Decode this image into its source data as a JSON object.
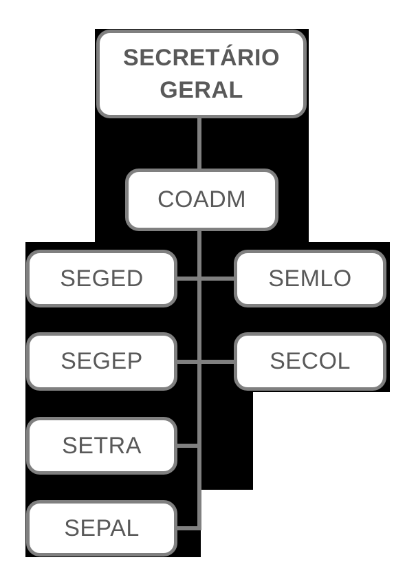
{
  "diagram": {
    "type": "org-chart",
    "title": "",
    "colors": {
      "page_background": "#ffffff",
      "void_background": "#000000",
      "node_fill": "#ffffff",
      "node_border": "#808080",
      "connector": "#808080",
      "text": "#595959"
    },
    "nodes": {
      "root": {
        "label": "SECRETÁRIO GERAL"
      },
      "coadm": {
        "label": "COADM"
      },
      "seged": {
        "label": "SEGED"
      },
      "semlo": {
        "label": "SEMLO"
      },
      "segep": {
        "label": "SEGEP"
      },
      "secol": {
        "label": "SECOL"
      },
      "setra": {
        "label": "SETRA"
      },
      "sepal": {
        "label": "SEPAL"
      }
    },
    "hierarchy": {
      "root": "SECRETÁRIO GERAL",
      "children": [
        {
          "label": "COADM",
          "children": [
            "SEGED",
            "SEMLO",
            "SEGEP",
            "SECOL",
            "SETRA",
            "SEPAL"
          ]
        }
      ]
    }
  }
}
